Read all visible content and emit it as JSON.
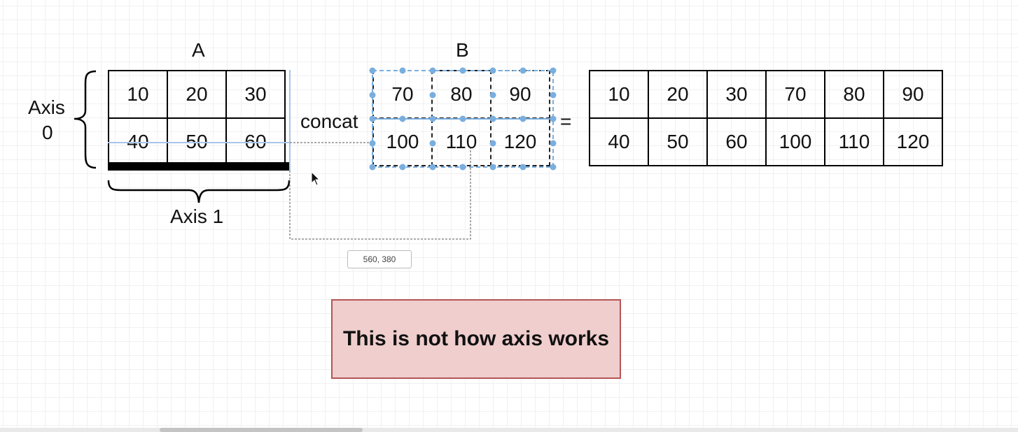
{
  "labels": {
    "matrix_a_title": "A",
    "matrix_b_title": "B",
    "axis0_line1": "Axis",
    "axis0_line2": "0",
    "axis1": "Axis 1",
    "operator": "concat",
    "equals": "="
  },
  "matrix_a": [
    [
      "10",
      "20",
      "30"
    ],
    [
      "40",
      "50",
      "60"
    ]
  ],
  "matrix_b": [
    [
      "70",
      "80",
      "90"
    ],
    [
      "100",
      "110",
      "120"
    ]
  ],
  "result": [
    [
      "10",
      "20",
      "30",
      "70",
      "80",
      "90"
    ],
    [
      "40",
      "50",
      "60",
      "100",
      "110",
      "120"
    ]
  ],
  "note": {
    "text": "This is not how axis works"
  },
  "coordinate_tooltip": "560, 380",
  "colors": {
    "note_fill": "#f0cece",
    "note_border": "#b45555",
    "selection_handle": "#7aaede",
    "grid": "#f1f1f1"
  }
}
